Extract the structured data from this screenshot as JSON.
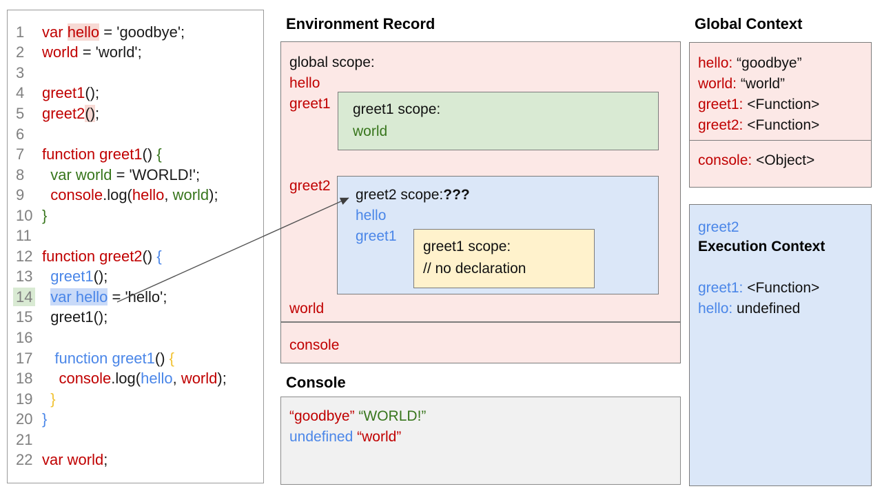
{
  "code": {
    "lines": [
      {
        "n": "1",
        "tokens": [
          {
            "t": "var ",
            "c": "red"
          },
          {
            "t": "hello",
            "c": "red",
            "hl": "pink"
          },
          {
            "t": " = 'goodbye';",
            "c": "black"
          }
        ]
      },
      {
        "n": "2",
        "tokens": [
          {
            "t": "world",
            "c": "red"
          },
          {
            "t": " = 'world';",
            "c": "black"
          }
        ]
      },
      {
        "n": "3",
        "tokens": []
      },
      {
        "n": "4",
        "tokens": [
          {
            "t": "greet1",
            "c": "red"
          },
          {
            "t": "();",
            "c": "black"
          }
        ]
      },
      {
        "n": "5",
        "tokens": [
          {
            "t": "greet2",
            "c": "red"
          },
          {
            "t": "()",
            "c": "black",
            "hl": "pink"
          },
          {
            "t": ";",
            "c": "black"
          }
        ]
      },
      {
        "n": "6",
        "tokens": []
      },
      {
        "n": "7",
        "tokens": [
          {
            "t": "function greet1",
            "c": "red"
          },
          {
            "t": "() ",
            "c": "black"
          },
          {
            "t": "{",
            "c": "green"
          }
        ]
      },
      {
        "n": "8",
        "tokens": [
          {
            "t": "  ",
            "c": "black"
          },
          {
            "t": "var world",
            "c": "green"
          },
          {
            "t": " = 'WORLD!';",
            "c": "black"
          }
        ]
      },
      {
        "n": "9",
        "tokens": [
          {
            "t": "  ",
            "c": "black"
          },
          {
            "t": "console",
            "c": "red"
          },
          {
            "t": ".log(",
            "c": "black"
          },
          {
            "t": "hello",
            "c": "red"
          },
          {
            "t": ", ",
            "c": "black"
          },
          {
            "t": "world",
            "c": "green"
          },
          {
            "t": ");",
            "c": "black"
          }
        ]
      },
      {
        "n": "10",
        "tokens": [
          {
            "t": "}",
            "c": "green"
          }
        ]
      },
      {
        "n": "11",
        "tokens": []
      },
      {
        "n": "12",
        "tokens": [
          {
            "t": "function greet2",
            "c": "red"
          },
          {
            "t": "() ",
            "c": "black"
          },
          {
            "t": "{",
            "c": "blue"
          }
        ]
      },
      {
        "n": "13",
        "tokens": [
          {
            "t": "  ",
            "c": "black"
          },
          {
            "t": "greet1",
            "c": "blue"
          },
          {
            "t": "();",
            "c": "black"
          }
        ]
      },
      {
        "n": "14",
        "numHl": true,
        "tokens": [
          {
            "t": "  ",
            "c": "black"
          },
          {
            "t": "var hello",
            "c": "blue",
            "hl": "blue"
          },
          {
            "t": " = 'hello';",
            "c": "black"
          }
        ]
      },
      {
        "n": "15",
        "tokens": [
          {
            "t": "  greet1();",
            "c": "black"
          }
        ]
      },
      {
        "n": "16",
        "tokens": []
      },
      {
        "n": "17",
        "tokens": [
          {
            "t": "   ",
            "c": "black"
          },
          {
            "t": "function greet1",
            "c": "blue"
          },
          {
            "t": "() ",
            "c": "black"
          },
          {
            "t": "{",
            "c": "yellow"
          }
        ]
      },
      {
        "n": "18",
        "tokens": [
          {
            "t": "    ",
            "c": "black"
          },
          {
            "t": "console",
            "c": "red"
          },
          {
            "t": ".log(",
            "c": "black"
          },
          {
            "t": "hello",
            "c": "blue"
          },
          {
            "t": ", ",
            "c": "black"
          },
          {
            "t": "world",
            "c": "red"
          },
          {
            "t": ");",
            "c": "black"
          }
        ]
      },
      {
        "n": "19",
        "tokens": [
          {
            "t": "  }",
            "c": "yellow"
          }
        ]
      },
      {
        "n": "20",
        "tokens": [
          {
            "t": "}",
            "c": "blue"
          }
        ]
      },
      {
        "n": "21",
        "tokens": []
      },
      {
        "n": "22",
        "tokens": [
          {
            "t": "var world",
            "c": "red"
          },
          {
            "t": ";",
            "c": "black"
          }
        ]
      }
    ]
  },
  "environment_record": {
    "title": "Environment Record",
    "global_scope_label": "global scope:",
    "hello": "hello",
    "greet1": "greet1",
    "greet2": "greet2",
    "world": "world",
    "console_label": "console",
    "greet1_scope": {
      "label": "greet1 scope:",
      "var1": "world"
    },
    "greet2_scope": {
      "label": "greet2 scope:",
      "unknown": "???",
      "var1": "hello",
      "var2": "greet1",
      "inner_greet1_scope": {
        "label": "greet1 scope:",
        "comment": "// no declaration"
      }
    }
  },
  "console_panel": {
    "title": "Console",
    "out1_first": "“goodbye”",
    "out1_sep": " ",
    "out1_second": "“WORLD!”",
    "out2_first": "undefined",
    "out2_sep": " ",
    "out2_second": "“world”"
  },
  "global_context": {
    "title": "Global Context",
    "entries": [
      {
        "key": "hello: ",
        "value": "“goodbye”"
      },
      {
        "key": "world: ",
        "value": "“world”"
      },
      {
        "key": "greet1: ",
        "value": "<Function>"
      },
      {
        "key": "greet2: ",
        "value": "<Function>"
      }
    ],
    "console_entry": {
      "key": "console: ",
      "value": "<Object>"
    }
  },
  "execution_context": {
    "name": "greet2",
    "title": "Execution Context",
    "entries": [
      {
        "key": "greet1: ",
        "value": "<Function>"
      },
      {
        "key": "hello: ",
        "value": "undefined"
      }
    ]
  },
  "colors": {
    "code_red": "#c00000",
    "code_green": "#38761d",
    "code_blue": "#4a86e8",
    "pink_fill": "#fce8e6",
    "green_fill": "#d9ead3",
    "blue_fill": "#dbe7f8",
    "yellow_fill": "#fff2cc",
    "console_fill": "#f1f1f1"
  }
}
